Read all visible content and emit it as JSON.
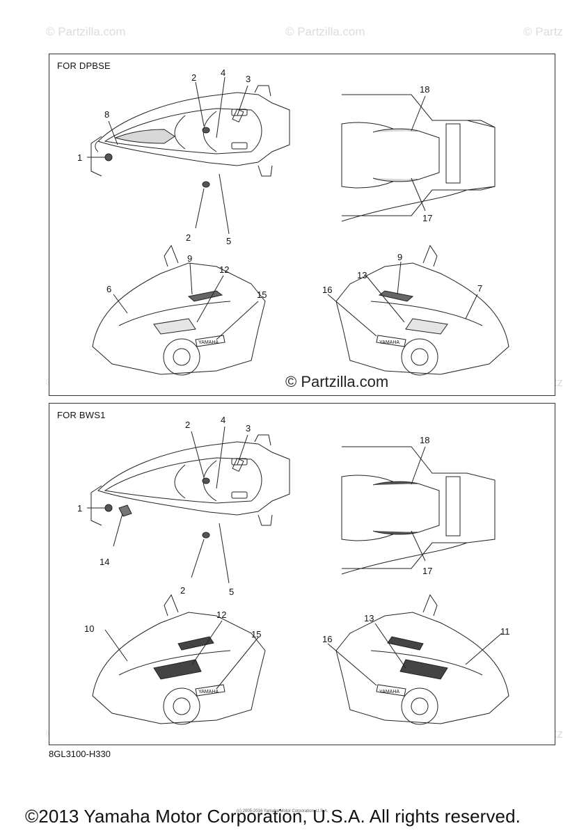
{
  "watermark": "© Partzilla.com",
  "watermark_short": "© Partz",
  "watermark_center": "© Partzilla.com",
  "panels": [
    {
      "title": "FOR DPBSE",
      "callouts": [
        "1",
        "2",
        "4",
        "3",
        "8",
        "5",
        "2",
        "18",
        "17",
        "9",
        "12",
        "6",
        "15",
        "13",
        "9",
        "16",
        "7"
      ]
    },
    {
      "title": "FOR BWS1",
      "callouts": [
        "1",
        "2",
        "4",
        "3",
        "14",
        "5",
        "2",
        "18",
        "17",
        "12",
        "10",
        "15",
        "13",
        "16",
        "11"
      ]
    }
  ],
  "part_number": "8GL3100-H330",
  "fine_print": "(c) 2005-2016 Yamaha Motor Corporation, U.S.A.",
  "copyright": "©2013 Yamaha Motor Corporation, U.S.A. All rights reserved."
}
